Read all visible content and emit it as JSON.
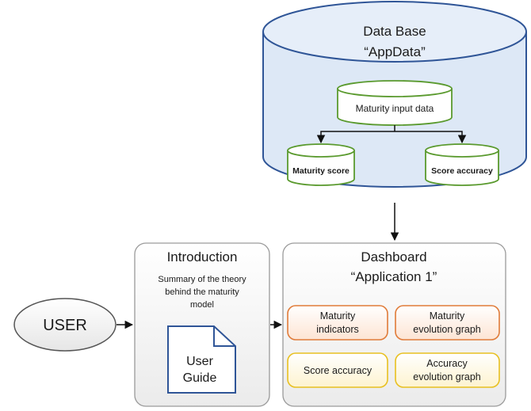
{
  "database": {
    "title_line1": "Data Base",
    "title_line2": "“AppData”",
    "input_cylinder": "Maturity input data",
    "left_cylinder": "Maturity score",
    "right_cylinder": "Score accuracy"
  },
  "user": {
    "label": "USER"
  },
  "introduction": {
    "title": "Introduction",
    "summary_line1": "Summary of the theory",
    "summary_line2": "behind the maturity",
    "summary_line3": "model",
    "doc_line1": "User",
    "doc_line2": "Guide"
  },
  "dashboard": {
    "title_line1": "Dashboard",
    "title_line2": "“Application 1”",
    "card1_line1": "Maturity",
    "card1_line2": "indicators",
    "card2_line1": "Maturity",
    "card2_line2": "evolution graph",
    "card3_label": "Score accuracy",
    "card4_line1": "Accuracy",
    "card4_line2": "evolution graph"
  },
  "colors": {
    "db_fill": "#dde8f6",
    "db_stroke": "#2f5597",
    "cylinder_stroke": "#5a9a2e",
    "orange_border": "#e07b39",
    "yellow_border": "#e8c020"
  }
}
